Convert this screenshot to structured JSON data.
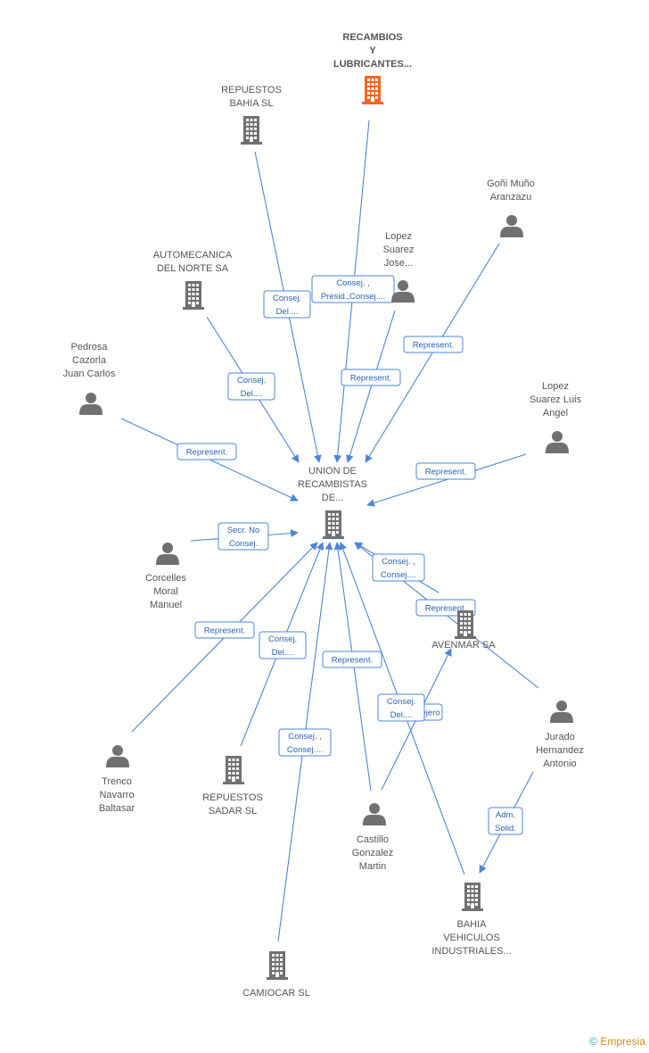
{
  "brand": {
    "copyright": "©",
    "name": "Empresia"
  },
  "colors": {
    "company": "#707070",
    "company_highlight": "#f26522",
    "person": "#707070",
    "edge": "#4a86d8"
  },
  "nodes": [
    {
      "id": "recambios",
      "type": "company",
      "highlight": true,
      "lines": [
        "RECAMBIOS",
        "Y",
        "LUBRICANTES..."
      ]
    },
    {
      "id": "bahia_rep",
      "type": "company",
      "lines": [
        "REPUESTOS",
        "BAHIA  SL"
      ]
    },
    {
      "id": "goni",
      "type": "person",
      "lines": [
        "Goñi Muño",
        "Aranzazu"
      ]
    },
    {
      "id": "lopez_jose",
      "type": "person",
      "lines": [
        "Lopez",
        "Suarez",
        "Jose..."
      ]
    },
    {
      "id": "automecanica",
      "type": "company",
      "lines": [
        "AUTOMECANICA",
        "DEL NORTE SA"
      ]
    },
    {
      "id": "pedrosa",
      "type": "person",
      "lines": [
        "Pedrosa",
        "Cazorla",
        "Juan Carlos"
      ]
    },
    {
      "id": "lopez_luis",
      "type": "person",
      "lines": [
        "Lopez",
        "Suarez Luis",
        "Angel"
      ]
    },
    {
      "id": "union",
      "type": "company",
      "lines": [
        "UNION DE",
        "RECAMBISTAS",
        "DE..."
      ]
    },
    {
      "id": "corcelles",
      "type": "person",
      "lines": [
        "Corcelles",
        "Moral",
        "Manuel"
      ]
    },
    {
      "id": "avenmar",
      "type": "company",
      "lines": [
        "AVENMAR SA"
      ]
    },
    {
      "id": "jurado",
      "type": "person",
      "lines": [
        "Jurado",
        "Hernandez",
        "Antonio"
      ]
    },
    {
      "id": "trenco",
      "type": "person",
      "lines": [
        "Trenco",
        "Navarro",
        "Baltasar"
      ]
    },
    {
      "id": "sadar",
      "type": "company",
      "lines": [
        "REPUESTOS",
        "SADAR  SL"
      ]
    },
    {
      "id": "castillo",
      "type": "person",
      "lines": [
        "Castillo",
        "Gonzalez",
        "Martin"
      ]
    },
    {
      "id": "bahia_veh",
      "type": "company",
      "lines": [
        "BAHIA",
        "VEHICULOS",
        "INDUSTRIALES..."
      ]
    },
    {
      "id": "camiocar",
      "type": "company",
      "lines": [
        "CAMIOCAR  SL"
      ]
    }
  ],
  "edges": [
    {
      "from": "recambios",
      "to": "union",
      "label": [
        "Consej. ,",
        "Presid.,Consej...."
      ]
    },
    {
      "from": "bahia_rep",
      "to": "union",
      "label": [
        "Consej.",
        "Del...."
      ]
    },
    {
      "from": "goni",
      "to": "union",
      "label": [
        "Represent."
      ]
    },
    {
      "from": "lopez_jose",
      "to": "union",
      "label": [
        "Represent."
      ]
    },
    {
      "from": "automecanica",
      "to": "union",
      "label": [
        "Consej.",
        "Del...."
      ]
    },
    {
      "from": "pedrosa",
      "to": "union",
      "label": [
        "Represent."
      ]
    },
    {
      "from": "lopez_luis",
      "to": "union",
      "label": [
        "Represent."
      ]
    },
    {
      "from": "corcelles",
      "to": "union",
      "label": [
        "Secr.  No",
        "Consej."
      ]
    },
    {
      "from": "avenmar",
      "to": "union",
      "label": [
        "Consej. ,",
        "Consej...."
      ]
    },
    {
      "from": "jurado",
      "to": "union",
      "label": [
        "Represent."
      ]
    },
    {
      "from": "trenco",
      "to": "union",
      "label": [
        "Represent."
      ]
    },
    {
      "from": "sadar",
      "to": "union",
      "label": [
        "Consej.",
        "Del...."
      ]
    },
    {
      "from": "castillo",
      "to": "union",
      "label": [
        "Represent."
      ]
    },
    {
      "from": "castillo",
      "to": "avenmar",
      "label": [
        "Consejero"
      ]
    },
    {
      "from": "bahia_veh",
      "to": "union",
      "label": [
        "Consej.",
        "Del...."
      ]
    },
    {
      "from": "camiocar",
      "to": "union",
      "label": [
        "Consej. ,",
        "Consej...."
      ]
    },
    {
      "from": "jurado",
      "to": "bahia_veh",
      "label": [
        "Adm.",
        "Solid."
      ]
    }
  ]
}
